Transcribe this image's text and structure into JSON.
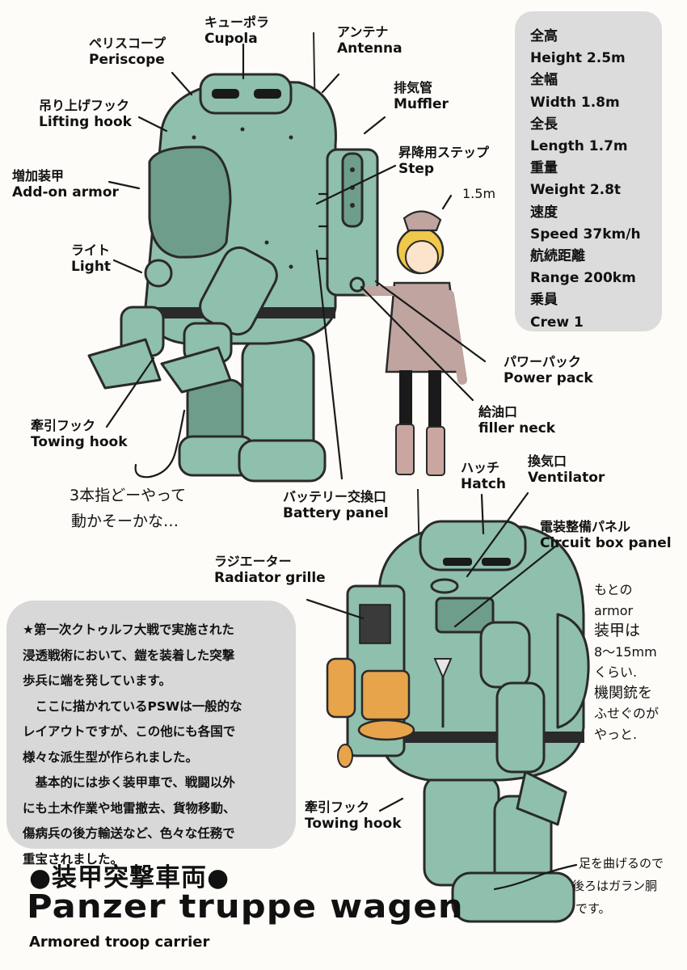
{
  "labels": {
    "periscope": {
      "jp": "ペリスコープ",
      "en": "Periscope"
    },
    "cupola": {
      "jp": "キューポラ",
      "en": "Cupola"
    },
    "antenna": {
      "jp": "アンテナ",
      "en": "Antenna"
    },
    "muffler": {
      "jp": "排気管",
      "en": "Muffler"
    },
    "lifting_hook": {
      "jp": "吊り上げフック",
      "en": "Lifting hook"
    },
    "step": {
      "jp": "昇降用ステップ",
      "en": "Step"
    },
    "addon_armor": {
      "jp": "増加装甲",
      "en": "Add-on armor"
    },
    "light": {
      "jp": "ライト",
      "en": "Light"
    },
    "power_pack": {
      "jp": "パワーパック",
      "en": "Power pack"
    },
    "filler_neck": {
      "jp": "給油口",
      "en": "filler neck"
    },
    "towing_hook_front": {
      "jp": "牽引フック",
      "en": "Towing hook"
    },
    "battery_panel": {
      "jp": "バッテリー交換口",
      "en": "Battery panel"
    },
    "hatch": {
      "jp": "ハッチ",
      "en": "Hatch"
    },
    "ventilator": {
      "jp": "換気口",
      "en": "Ventilator"
    },
    "circuit_box": {
      "jp": "電装整備パネル",
      "en": "Circuit box panel"
    },
    "radiator": {
      "jp": "ラジエーター",
      "en": "Radiator grille"
    },
    "towing_hook_rear": {
      "jp": "牽引フック",
      "en": "Towing hook"
    }
  },
  "height_marker": "1.5m",
  "specs": [
    "全高",
    "Height 2.5m",
    "全幅",
    "Width 1.8m",
    "全長",
    "Length 1.7m",
    "重量",
    "Weight 2.8t",
    "速度",
    "Speed 37km/h",
    "航続距離",
    "Range 200km",
    "乗員",
    "Crew 1"
  ],
  "handwritten": {
    "fingers": [
      "3本指どーやって",
      "動かそーかな…"
    ],
    "armor": [
      "もとの",
      "armor",
      "装甲は",
      "8～15mm",
      "くらい.",
      "機関銃を",
      "ふせぐのが",
      "やっと."
    ],
    "legs": [
      "足を曲げるので",
      "後ろはガラン胴",
      "です。"
    ]
  },
  "note": [
    "★第一次クトゥルフ大戦で実施された",
    "浸透戦術において、鎧を装着した突撃",
    "歩兵に端を発しています。",
    "　ここに描かれているPSWは一般的な",
    "レイアウトですが、この他にも各国で",
    "様々な派生型が作られました。",
    "　基本的には歩く装甲車で、戦闘以外",
    "にも土木作業や地雷撤去、貨物移動、",
    "傷病兵の後方輸送など、色々な任務で",
    "重宝されました。"
  ],
  "title": {
    "jp": "●装甲突撃車両●",
    "en": "Panzer truppe wagen",
    "sub": "Armored troop carrier"
  },
  "colors": {
    "armor": "#8fbfad",
    "armor_shadow": "#6f9d8c",
    "outline": "#2a2a2a",
    "pack_orange": "#e8a44a",
    "coat": "#bfa4a0",
    "hair": "#f0c84a",
    "panel_gray": "#dcdcdc"
  }
}
